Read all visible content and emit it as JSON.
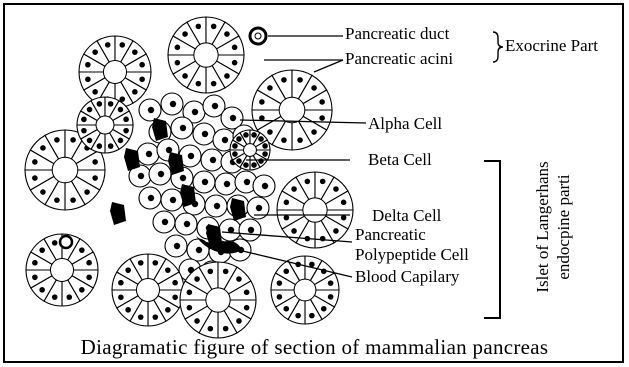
{
  "labels": {
    "pancreatic_duct": "Pancreatic  duct",
    "pancreatic_acini": "Pancreatic  acini",
    "exocrine_part": "Exocrine Part",
    "alpha_cell": "Alpha Cell",
    "beta_cell": "Beta Cell",
    "delta_cell": "Delta Cell",
    "pp_cell_line1": "Pancreatic",
    "pp_cell_line2": "Polypeptide Cell",
    "blood_capillary": "Blood Capilary",
    "islet_line1": "Islet of Langerhans",
    "islet_line2": "endocpine parti"
  },
  "caption": "Diagramatic  figure  of  section  of  mammalian  pancreas",
  "colors": {
    "ink": "#000000",
    "paper": "#ffffff"
  }
}
